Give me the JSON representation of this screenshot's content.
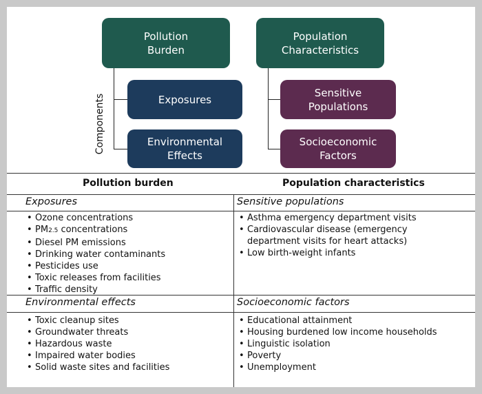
{
  "diagram": {
    "components_label": "Components",
    "left": {
      "top": "Pollution\nBurden",
      "sub1": "Exposures",
      "sub2": "Environmental\nEffects"
    },
    "right": {
      "top": "Population\nCharacteristics",
      "sub1": "Sensitive\nPopulations",
      "sub2": "Socioeconomic\nFactors"
    },
    "colors": {
      "pollution_burden": "#1f5a4e",
      "exposures": "#1d3b5c",
      "population": "#1f5a4e",
      "sensitive": "#5c2b4f"
    }
  },
  "table": {
    "headers": [
      "Pollution burden",
      "Population characteristics"
    ],
    "exposures": {
      "title": "Exposures",
      "items": [
        {
          "pre": "Ozone concentrations",
          "sub": "",
          "post": ""
        },
        {
          "pre": "PM",
          "sub": "2.5",
          "post": " concentrations"
        },
        {
          "pre": "Diesel PM emissions",
          "sub": "",
          "post": ""
        },
        {
          "pre": "Drinking water contaminants",
          "sub": "",
          "post": ""
        },
        {
          "pre": "Pesticides use",
          "sub": "",
          "post": ""
        },
        {
          "pre": "Toxic releases from facilities",
          "sub": "",
          "post": ""
        },
        {
          "pre": "Traffic density",
          "sub": "",
          "post": ""
        }
      ]
    },
    "sensitive": {
      "title": "Sensitive populations",
      "items": [
        "Asthma emergency department visits",
        "Cardiovascular disease (emergency\ndepartment visits for heart attacks)",
        "Low birth-weight infants"
      ]
    },
    "environmental": {
      "title": "Environmental effects",
      "items": [
        "Toxic cleanup sites",
        "Groundwater threats",
        "Hazardous waste",
        "Impaired water bodies",
        "Solid waste sites and facilities"
      ]
    },
    "socioeconomic": {
      "title": "Socioeconomic factors",
      "items": [
        "Educational attainment",
        "Housing burdened low income households",
        "Linguistic isolation",
        "Poverty",
        "Unemployment"
      ]
    }
  }
}
